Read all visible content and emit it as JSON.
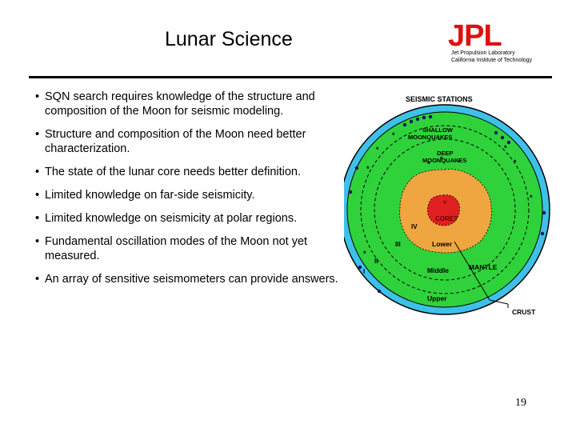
{
  "slide": {
    "title": "Lunar Science",
    "logo": {
      "mark": "JPL",
      "line1": "Jet Propulsion Laboratory",
      "line2": "California Institute of Technology"
    },
    "bullets": [
      "SQN search requires knowledge of the structure and composition of the Moon for seismic modeling.",
      "Structure and composition of the Moon need better characterization.",
      "The state of the lunar core needs better definition.",
      "Limited knowledge on far-side seismicity.",
      "Limited knowledge on seismicity at polar regions.",
      "Fundamental oscillation modes of the Moon not yet measured.",
      "An array of sensitive seismometers can provide answers."
    ],
    "bullet_glyph": "•",
    "page_number": "19"
  },
  "diagram": {
    "labels": {
      "seismic_stations": "SEISMIC STATIONS",
      "shallow_1": "SHALLOW",
      "shallow_2": "MOONQUAKES",
      "deep_1": "DEEP",
      "deep_2": "MOONQUAKES",
      "core": "CORE?",
      "core_roman": "V",
      "zone_iv": "IV",
      "zone_iii": "III",
      "zone_ii": "II",
      "zone_i": "I",
      "lower": "Lower",
      "middle": "Middle",
      "upper": "Upper",
      "mantle": "MANTLE",
      "crust": "CRUST"
    },
    "colors": {
      "crust": "#3ec0e8",
      "mantle": "#2fd23a",
      "lower_mantle": "#f0a640",
      "core": "#e02020",
      "logo_red": "#e01010"
    }
  }
}
